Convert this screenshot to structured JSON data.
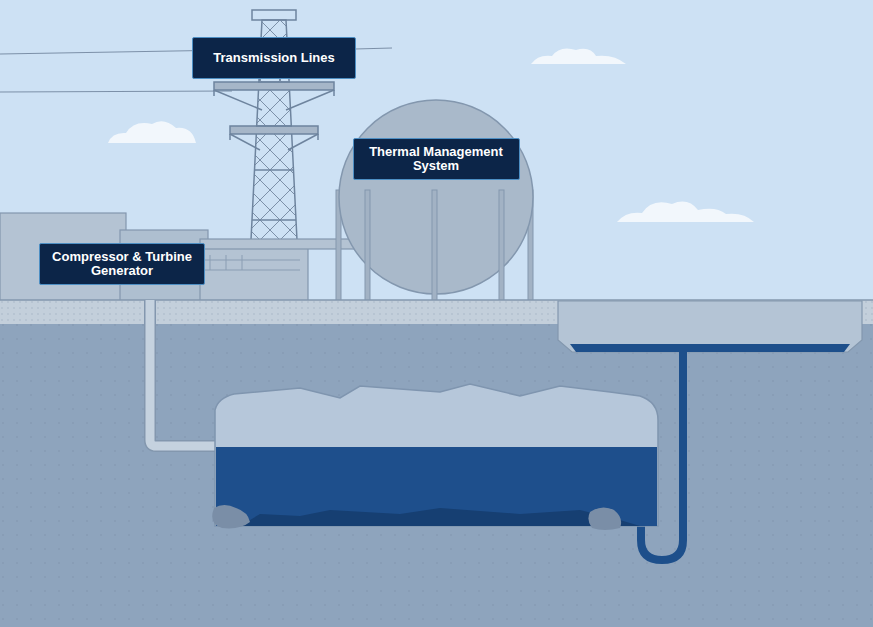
{
  "diagram": {
    "nodes": [
      {
        "text": [
          "Transmission Lines"
        ]
      },
      {
        "text": [
          "Thermal Management System"
        ]
      },
      {
        "text": [
          "Compressor & Turbine Generator"
        ]
      }
    ]
  }
}
